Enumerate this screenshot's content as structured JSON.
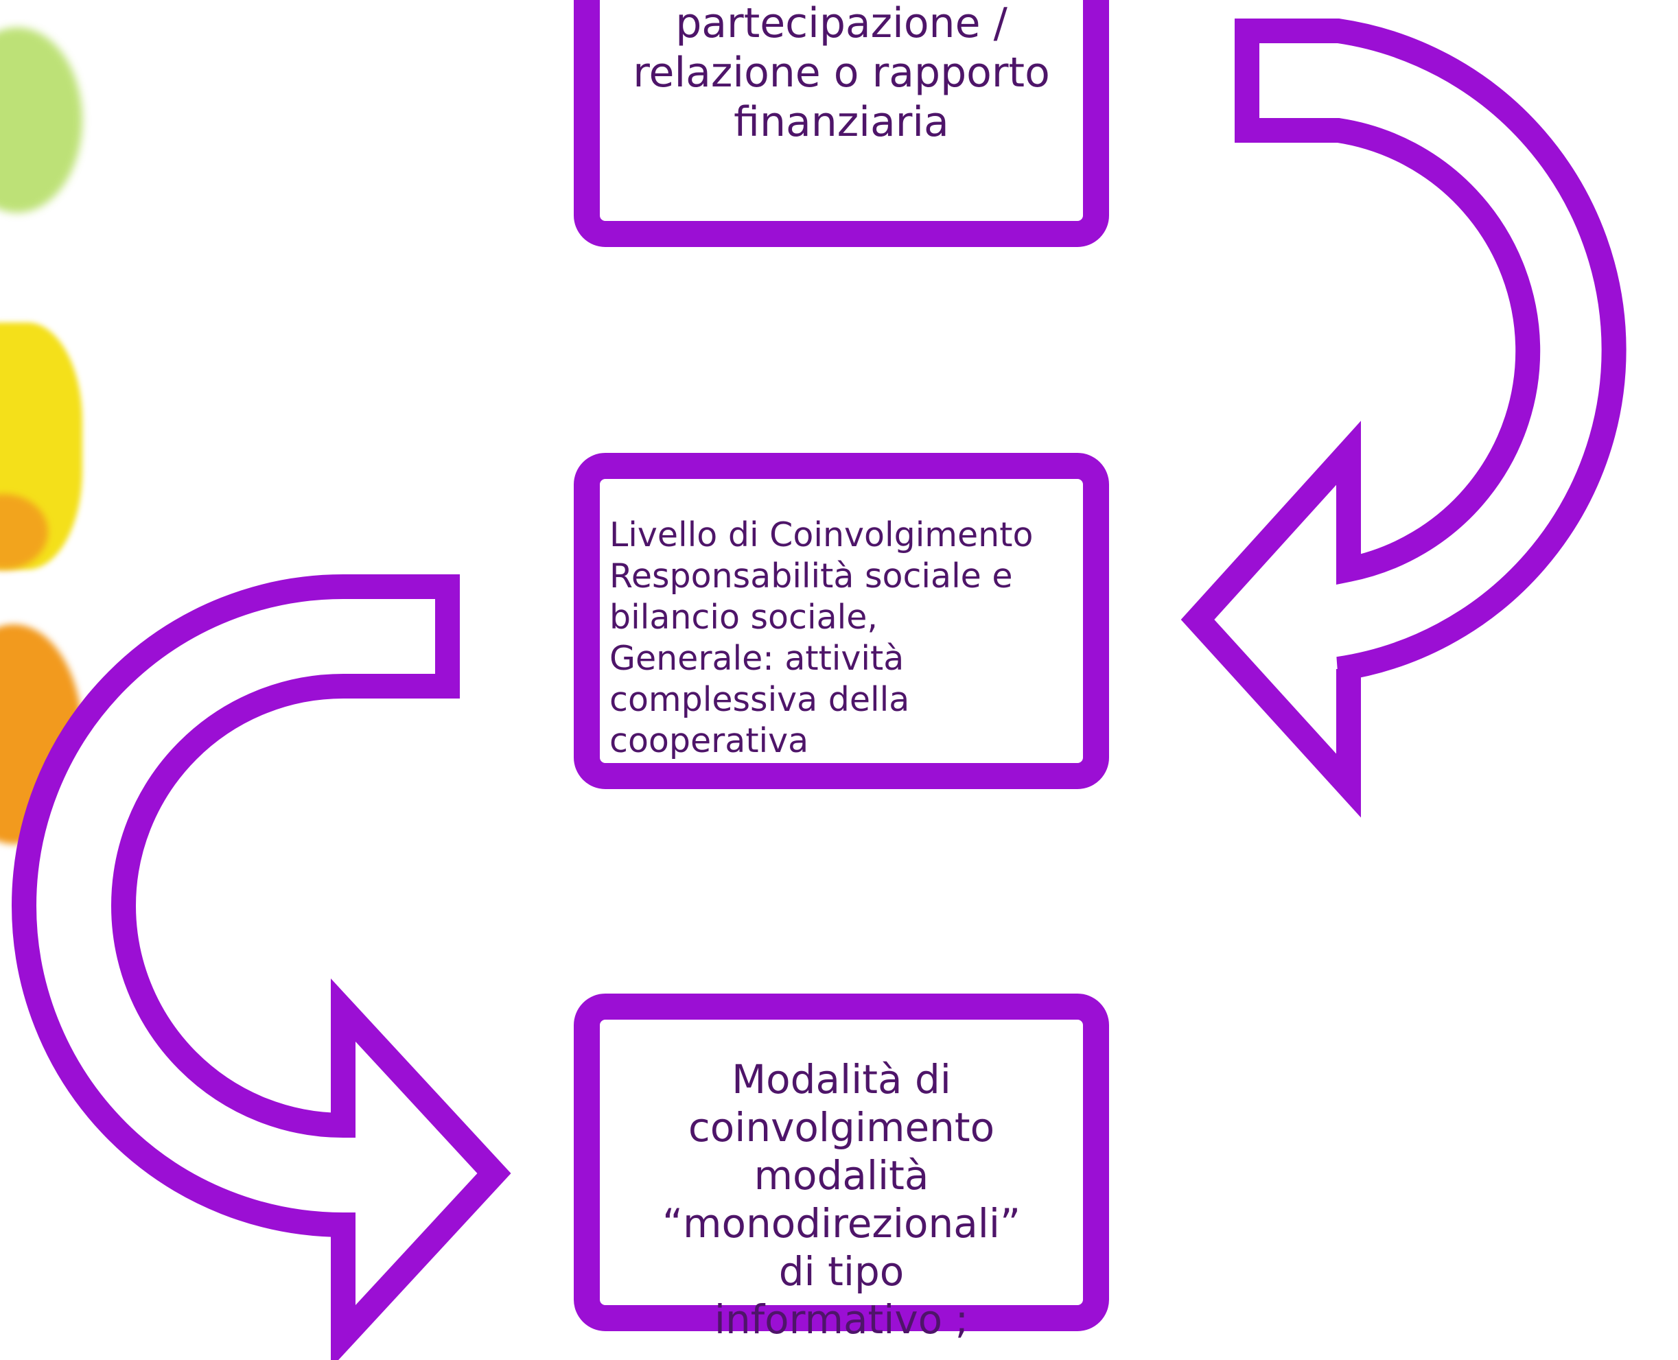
{
  "colors": {
    "accent": "#9b0fd4",
    "text": "#4e1569",
    "blob_green": "#a8d84a",
    "blob_yellow": "#f4e01a",
    "blob_orange": "#f29a1e"
  },
  "boxes": [
    {
      "lines": [
        "partecipazione /",
        "relazione o rapporto",
        "finanziaria"
      ]
    },
    {
      "lines": [
        "Livello di Coinvolgimento",
        "Responsabilità sociale e",
        "bilancio sociale,",
        "Generale: attività",
        "complessiva della",
        "cooperativa"
      ]
    },
    {
      "lines": [
        "Modalità di",
        "coinvolgimento",
        "modalità",
        "“monodirezionali”",
        "di tipo",
        "informativo ;"
      ]
    }
  ],
  "arrows": [
    {
      "id": "arrow-right-curved",
      "direction": "clockwise"
    },
    {
      "id": "arrow-left-curved",
      "direction": "counterclockwise"
    }
  ]
}
